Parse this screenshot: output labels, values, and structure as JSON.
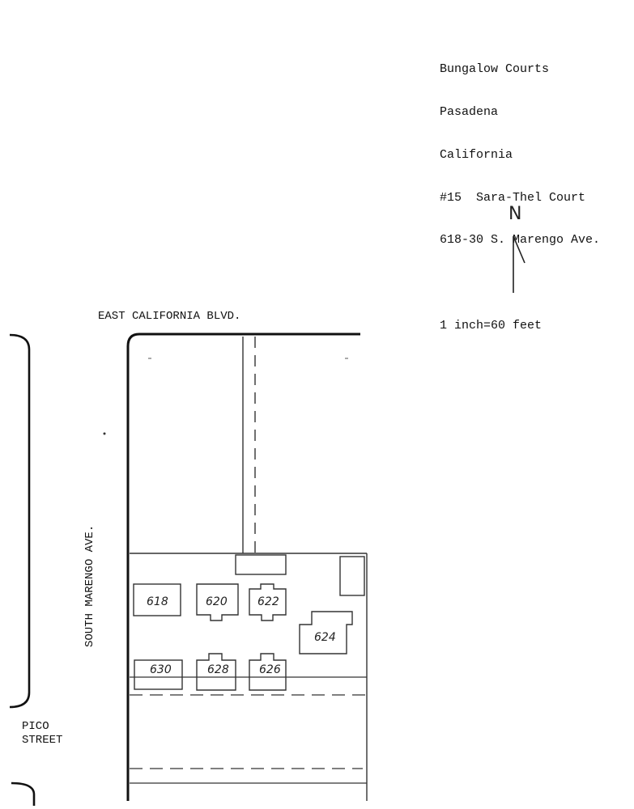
{
  "title_block": {
    "line1": "Bungalow Courts",
    "line2": "Pasadena",
    "line3": "California",
    "line4": "#15  Sara-Thel Court",
    "line5": "618-30 S. Marengo Ave.",
    "scale": "1 inch=60 feet"
  },
  "north_arrow": {
    "letter": "N"
  },
  "streets": {
    "east_california": "EAST CALIFORNIA BLVD.",
    "south_marengo": "SOUTH MARENGO AVE.",
    "pico_line1": "PICO",
    "pico_line2": "STREET"
  },
  "bungalows": {
    "b618": "618",
    "b620": "620",
    "b622": "622",
    "b624": "624",
    "b626": "626",
    "b628": "628",
    "b630": "630"
  }
}
